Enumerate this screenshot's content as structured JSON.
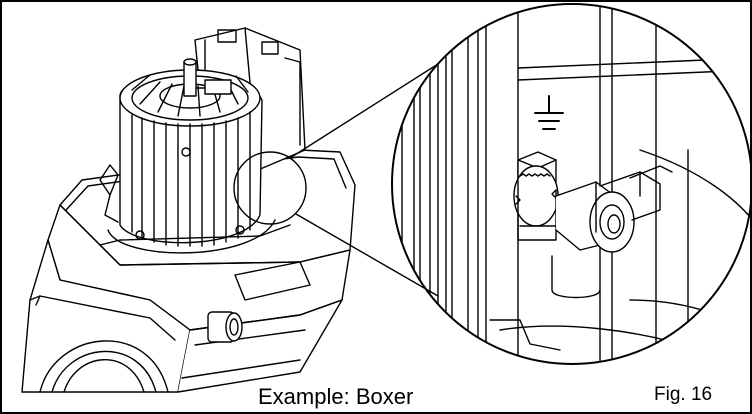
{
  "figure": {
    "caption": "Example: Boxer",
    "figure_number": "Fig. 16"
  },
  "symbols": {
    "ground": "ground-symbol"
  },
  "colors": {
    "line": "#000000",
    "background": "#ffffff",
    "frame": "#000000"
  }
}
